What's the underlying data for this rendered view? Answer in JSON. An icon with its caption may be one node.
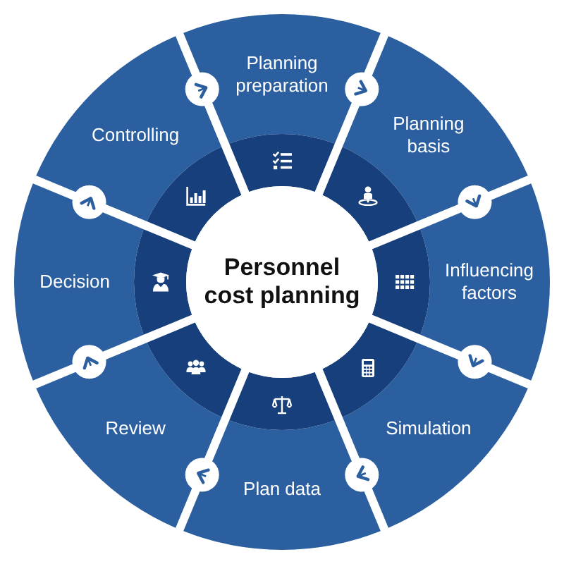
{
  "diagram": {
    "nodes": [
      {
        "text": [
          "Personnel cost planning"
        ]
      },
      {
        "text": [
          "Planning preparation"
        ]
      },
      {
        "text": [
          "Planning basis"
        ]
      },
      {
        "text": [
          "Influencing factors"
        ]
      },
      {
        "text": [
          "Simulation"
        ]
      },
      {
        "text": [
          "Plan data"
        ]
      },
      {
        "text": [
          "Review"
        ]
      },
      {
        "text": [
          "Decision"
        ]
      },
      {
        "text": [
          "Controlling"
        ]
      }
    ],
    "edges": [
      {
        "from": 1,
        "to": 2,
        "arrow": "to"
      },
      {
        "from": 2,
        "to": 3,
        "arrow": "to"
      },
      {
        "from": 3,
        "to": 4,
        "arrow": "to"
      },
      {
        "from": 4,
        "to": 5,
        "arrow": "to"
      },
      {
        "from": 5,
        "to": 6,
        "arrow": "to"
      },
      {
        "from": 6,
        "to": 7,
        "arrow": "to"
      },
      {
        "from": 7,
        "to": 8,
        "arrow": "to"
      },
      {
        "from": 8,
        "to": 1,
        "arrow": "to"
      }
    ]
  }
}
